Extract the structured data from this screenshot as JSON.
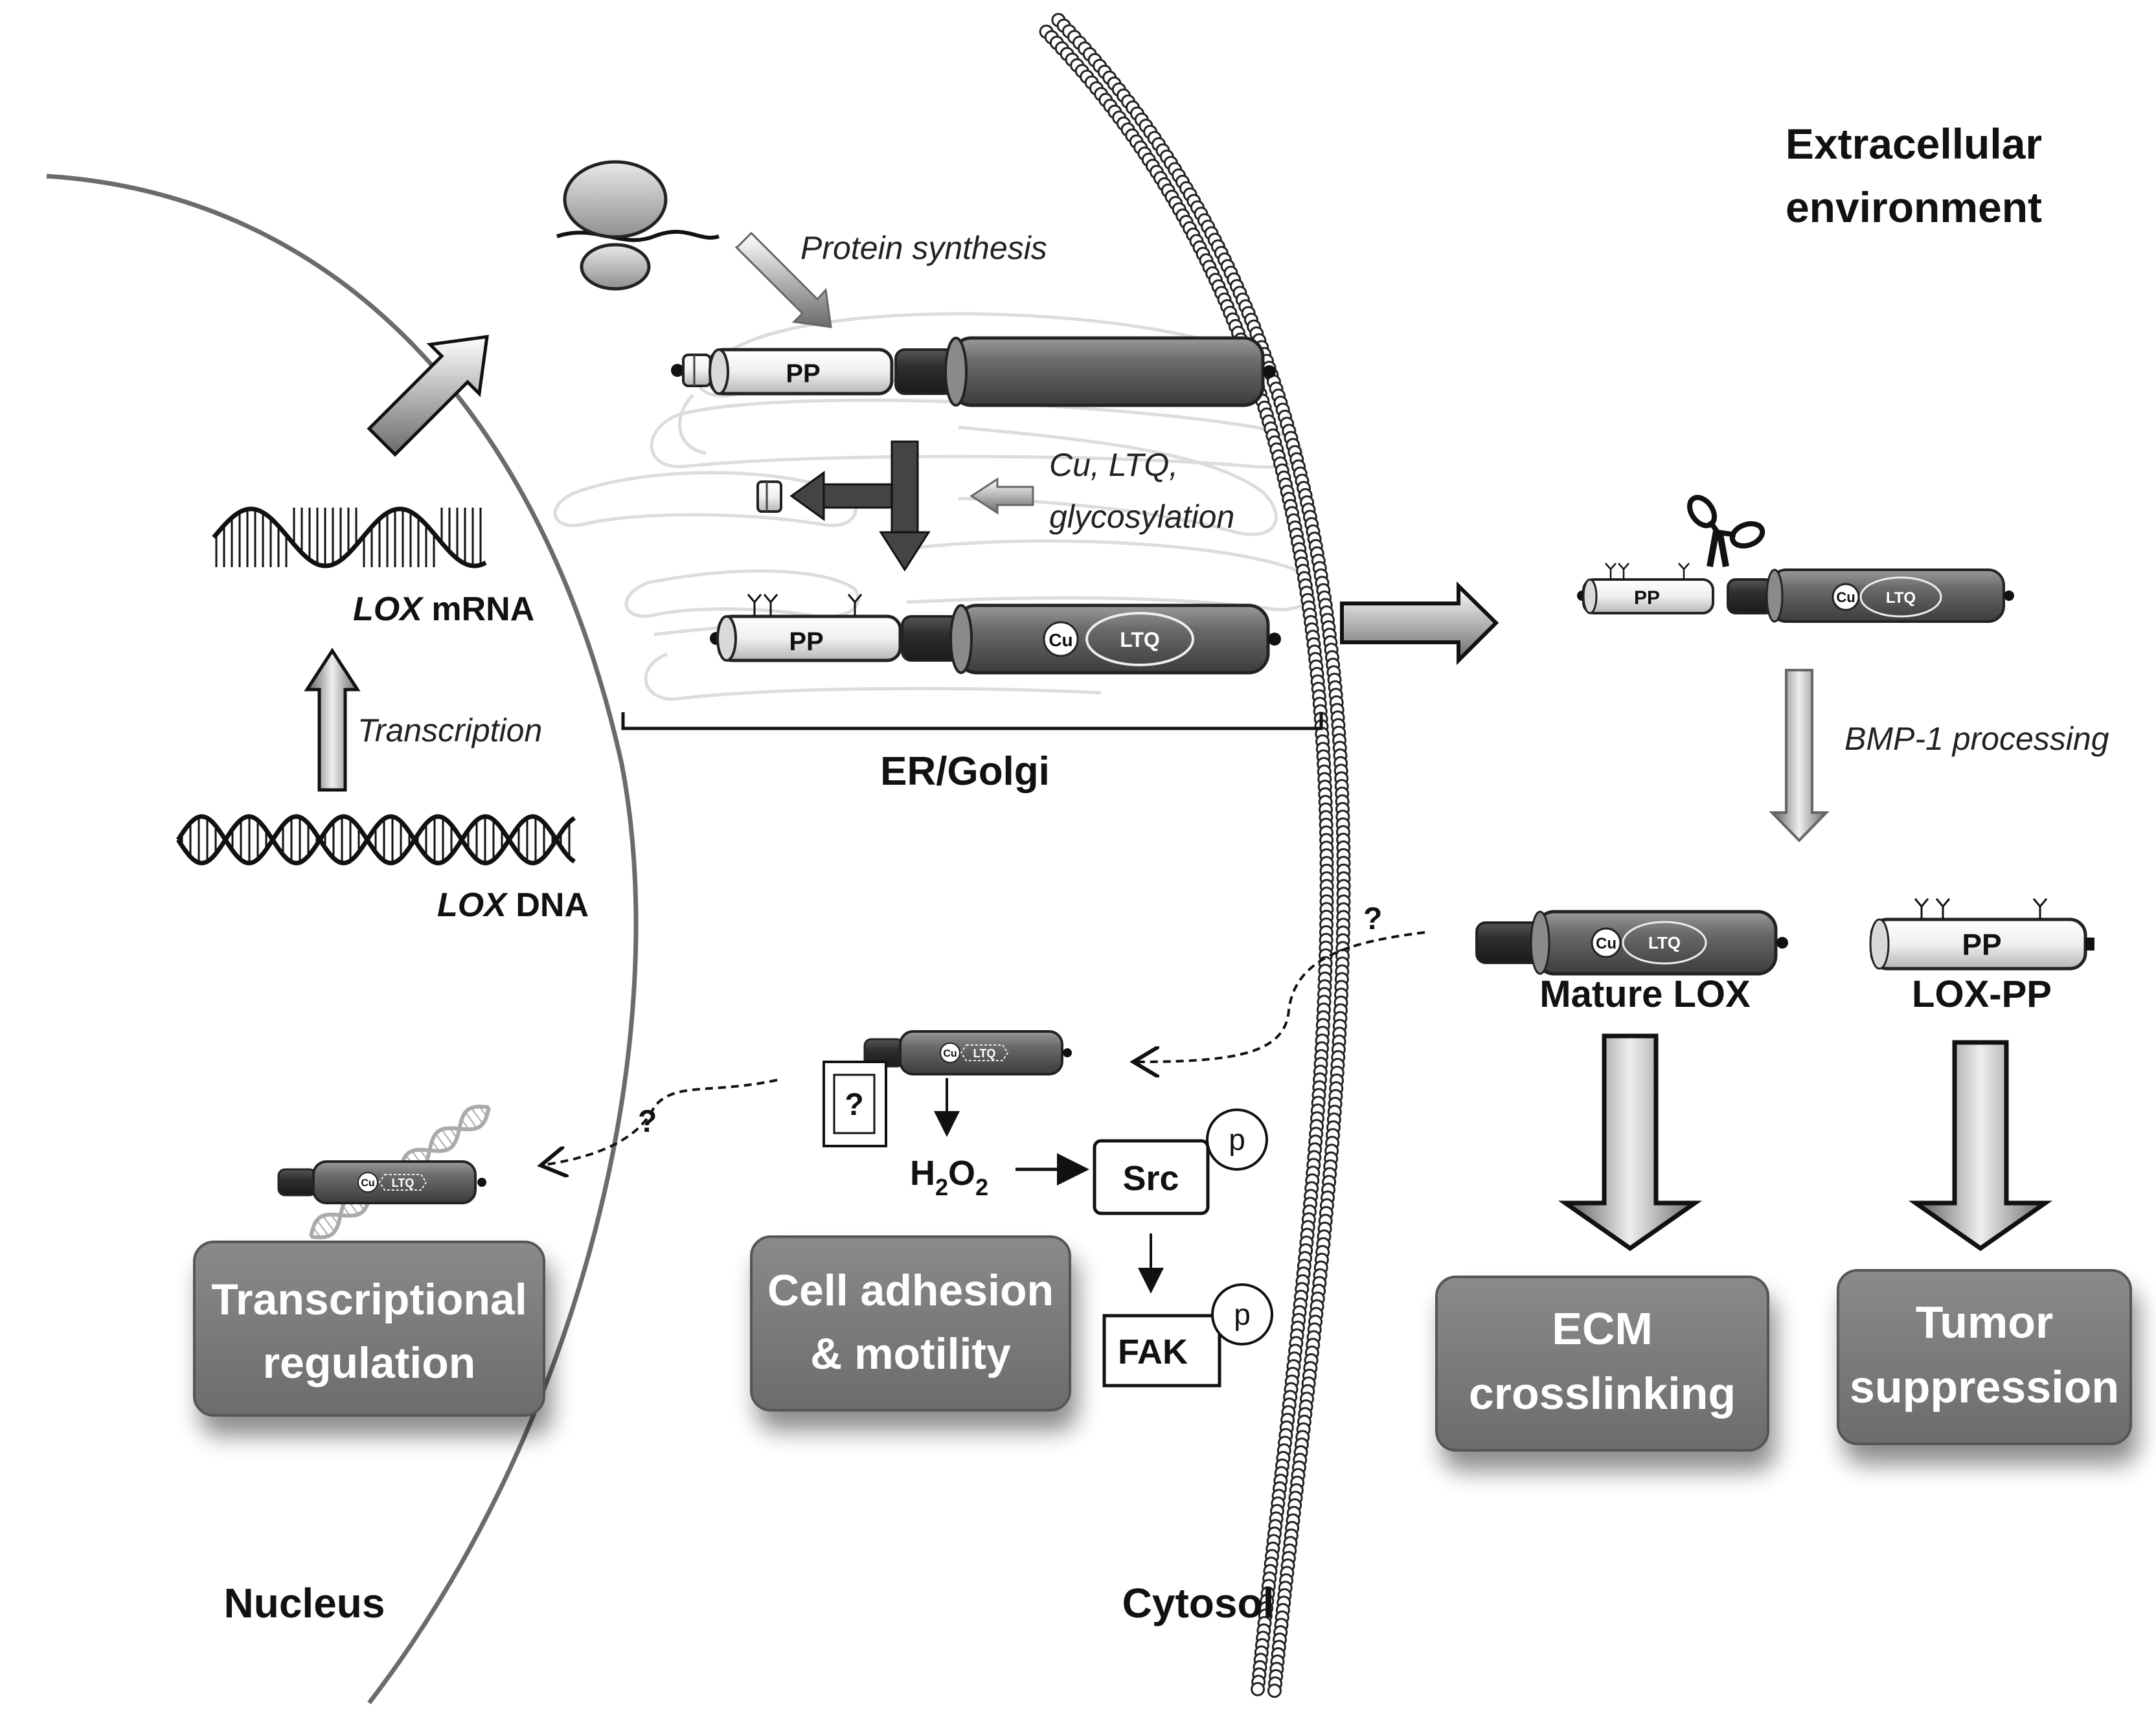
{
  "regions": {
    "extracellular_line1": "Extracellular",
    "extracellular_line2": "environment",
    "nucleus": "Nucleus",
    "cytosol": "Cytosol",
    "er_golgi": "ER/Golgi"
  },
  "steps": {
    "protein_synthesis": "Protein synthesis",
    "cofactors_line1": "Cu, LTQ,",
    "cofactors_line2": "glycosylation",
    "transcription": "Transcription",
    "bmp1": "BMP-1 processing"
  },
  "genes": {
    "mrna_italic": "LOX",
    "mrna_rest": " mRNA",
    "dna_italic": "LOX",
    "dna_rest": " DNA"
  },
  "protein_domains": {
    "pp": "PP",
    "cu": "Cu",
    "ltq": "LTQ"
  },
  "products": {
    "mature_lox": "Mature LOX",
    "lox_pp": "LOX-PP"
  },
  "signaling": {
    "h2o2_h": "H",
    "h2o2_sub": "2",
    "h2o2_o": "O",
    "h2o2_sub2": "2",
    "src": "Src",
    "fak": "FAK",
    "phospho": "p",
    "unknown": "?"
  },
  "outcomes": {
    "transcriptional_line1": "Transcriptional",
    "transcriptional_line2": "regulation",
    "adhesion_line1": "Cell adhesion",
    "adhesion_line2": "& motility",
    "ecm_line1": "ECM",
    "ecm_line2": "crosslinking",
    "tumor_line1": "Tumor",
    "tumor_line2": "suppression"
  },
  "colors": {
    "outcome_box": "#7a7a7a",
    "protein_dark": "#6e6e6e",
    "protein_light": "#f2f2f2",
    "membrane": "#cfcfcf",
    "nucleus_line": "#6b6b6b"
  }
}
